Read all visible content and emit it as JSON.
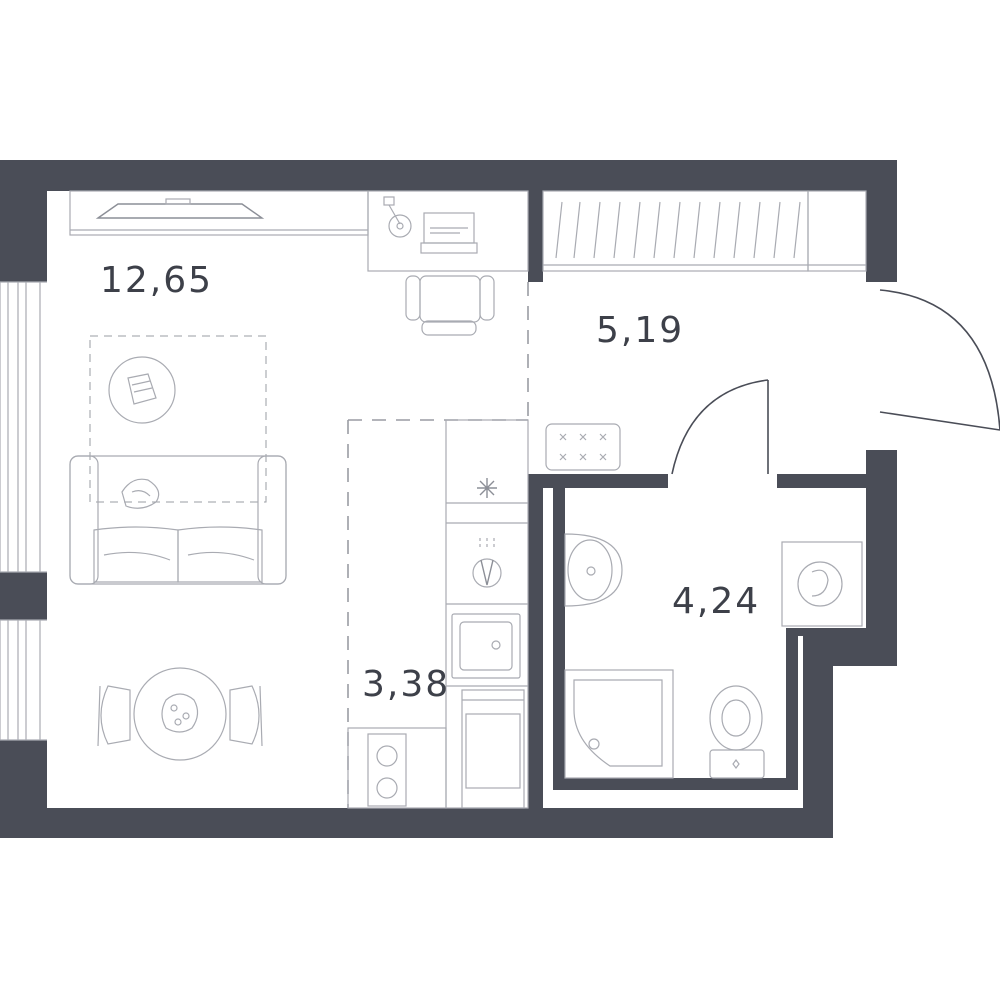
{
  "rooms": {
    "living": {
      "area": "12,65"
    },
    "hall": {
      "area": "5,19"
    },
    "kitchen": {
      "area": "3,38"
    },
    "bathroom": {
      "area": "4,24"
    }
  },
  "colors": {
    "wall": "#4a4d57",
    "furniture_line": "#a9abb2",
    "label": "#3d4049",
    "background": "#ffffff"
  }
}
